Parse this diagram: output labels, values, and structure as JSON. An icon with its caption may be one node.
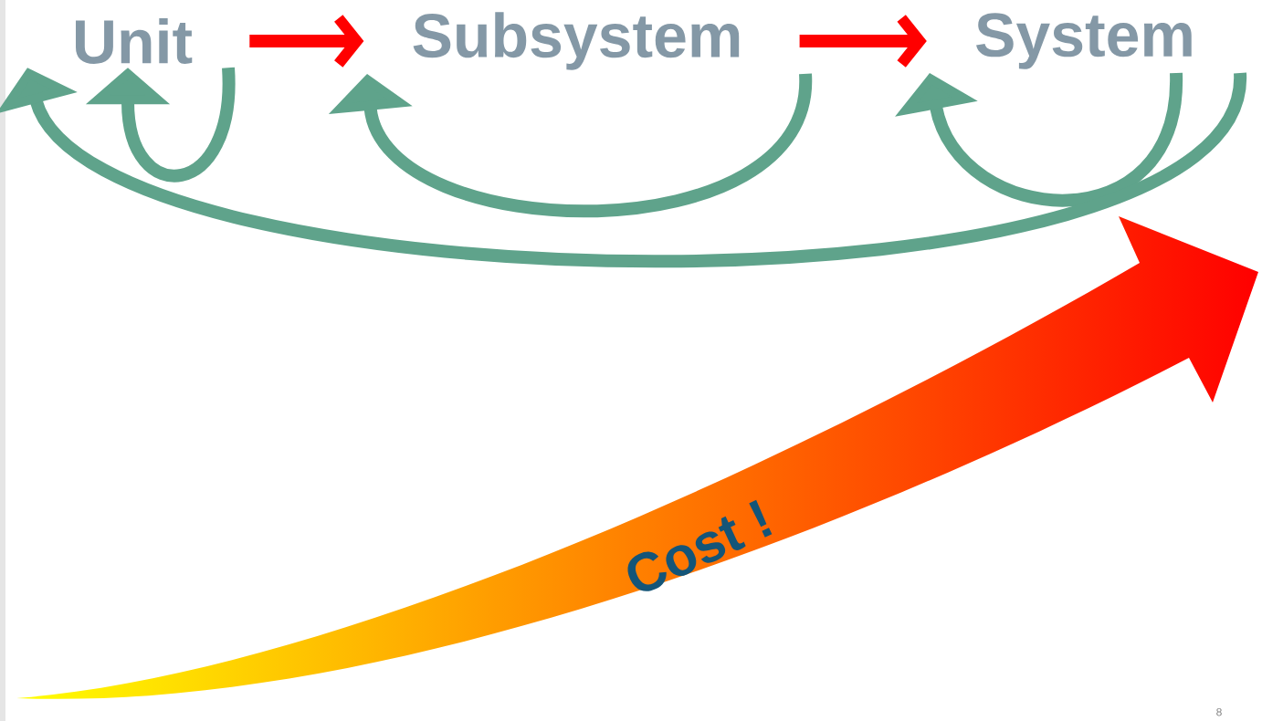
{
  "diagram": {
    "nodes": [
      {
        "text": [
          "Unit"
        ]
      },
      {
        "text": [
          "Subsystem"
        ]
      },
      {
        "text": [
          "System"
        ]
      }
    ],
    "edges": [
      {
        "from": 0,
        "to": 1,
        "arrow": "to",
        "color": "#ff0000"
      },
      {
        "from": 1,
        "to": 2,
        "arrow": "to",
        "color": "#ff0000"
      },
      {
        "from": 0,
        "to": 0,
        "arrow": "to"
      },
      {
        "from": 1,
        "to": 1,
        "arrow": "to"
      },
      {
        "from": 2,
        "to": 2,
        "arrow": "to"
      },
      {
        "from": 2,
        "to": 0,
        "arrow": "to"
      }
    ],
    "labels": [
      "Cost !",
      "8"
    ]
  }
}
